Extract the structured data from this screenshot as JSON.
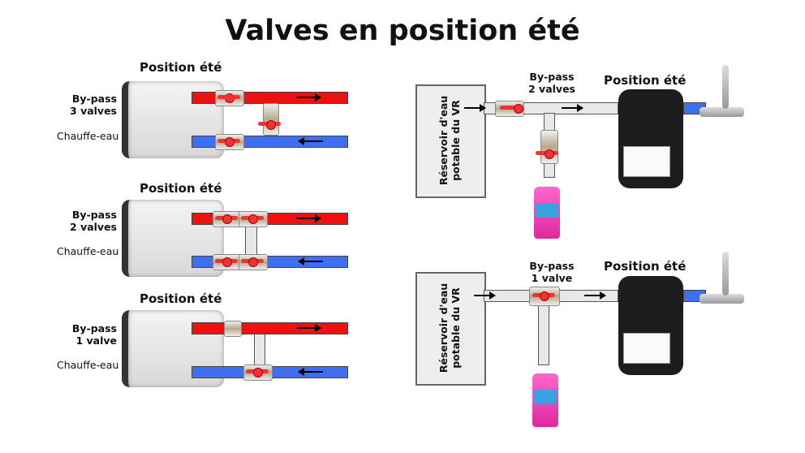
{
  "title": "Valves en position été",
  "left_panels": [
    {
      "title": "Position été",
      "bypass": "By-pass",
      "valves": "3 valves",
      "heater": "Chauffe-eau"
    },
    {
      "title": "Position été",
      "bypass": "By-pass",
      "valves": "2 valves",
      "heater": "Chauffe-eau"
    },
    {
      "title": "Position été",
      "bypass": "By-pass",
      "valves": "1 valve",
      "heater": "Chauffe-eau"
    }
  ],
  "right_panels": [
    {
      "title": "Position été",
      "bypass": "By-pass",
      "valves": "2 valves",
      "tank_line1": "Réservoir d'eau",
      "tank_line2": "potable du VR"
    },
    {
      "title": "Position été",
      "bypass": "By-pass",
      "valves": "1 valve",
      "tank_line1": "Réservoir d'eau",
      "tank_line2": "potable du VR"
    }
  ],
  "colors": {
    "hot": "#f01010",
    "cold": "#3e6ff0",
    "antifreeze": "#e0289e"
  }
}
